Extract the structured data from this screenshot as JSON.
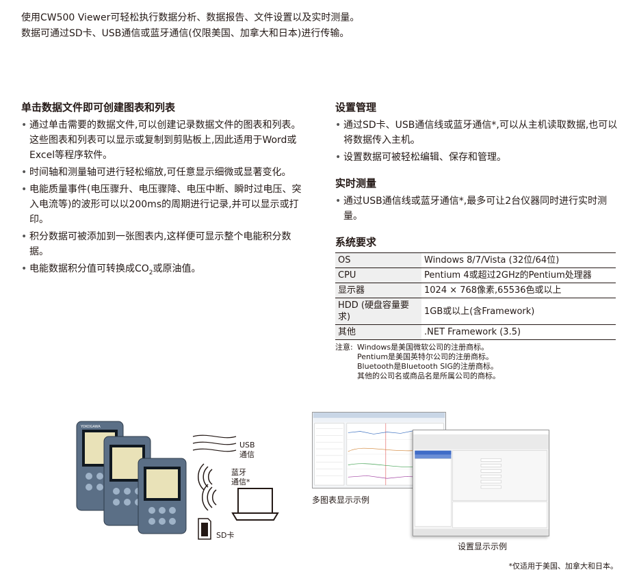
{
  "intro": [
    "使用CW500 Viewer可轻松执行数据分析、数据报告、文件设置以及实时测量。",
    "数据可通过SD卡、USB通信或蓝牙通信(仅限美国、加拿大和日本)进行传输。"
  ],
  "left": {
    "title": "单击数据文件即可创建图表和列表",
    "bullets": [
      "通过单击需要的数据文件,可以创建记录数据文件的图表和列表。这些图表和列表可以显示或复制到剪贴板上,因此适用于Word或Excel等程序软件。",
      "时间轴和测量轴可进行轻松缩放,可任意显示细微或显著变化。",
      "电能质量事件(电压骤升、电压骤降、电压中断、瞬时过电压、突入电流等)的波形可以以200ms的周期进行记录,并可以显示或打印。",
      "积分数据可被添加到一张图表内,这样便可显示整个电能积分数据。"
    ],
    "last_bullet_pre": "电能数据积分值可转换成CO",
    "last_bullet_sub": "2",
    "last_bullet_post": "或原油值。"
  },
  "right": {
    "settings_title": "设置管理",
    "settings_bullets": [
      "通过SD卡、USB通信线或蓝牙通信*,可以从主机读取数据,也可以将数据传入主机。",
      "设置数据可被轻松编辑、保存和管理。"
    ],
    "realtime_title": "实时测量",
    "realtime_bullets": [
      "通过USB通信线或蓝牙通信*,最多可让2台仪器同时进行实时测量。"
    ],
    "sysreq_title": "系统要求",
    "sysreq_rows": [
      {
        "key": "OS",
        "value": "Windows 8/7/Vista (32位/64位)"
      },
      {
        "key": "CPU",
        "value": "Pentium 4或超过2GHz的Pentium处理器"
      },
      {
        "key": "显示器",
        "value": "1024 × 768像素,65536色或以上"
      },
      {
        "key": "HDD (硬盘容量要求)",
        "value": "1GB或以上(含Framework)"
      },
      {
        "key": "其他",
        "value": ".NET Framework (3.5)"
      }
    ],
    "notes_label": "注意:",
    "notes": [
      "Windows是美国微软公司的注册商标。",
      "Pentium是美国英特尔公司的注册商标。",
      "Bluetooth是Bluetooth SIG的注册商标。",
      "其他的公司名或商品名是所属公司的商标。"
    ]
  },
  "illustration": {
    "usb_label": [
      "USB",
      "通信"
    ],
    "bt_label": [
      "蓝牙",
      "通信*"
    ],
    "sd_label": "SD卡",
    "brand": "YOKOGAWA"
  },
  "captions": {
    "multi_graph": "多图表显示示例",
    "settings": "设置显示示例"
  },
  "footnote": "*仅适用于美国、加拿大和日本。",
  "colors": {
    "text": "#231815",
    "table_key_bg": "#efefef",
    "device_body": "#5b6f86"
  }
}
